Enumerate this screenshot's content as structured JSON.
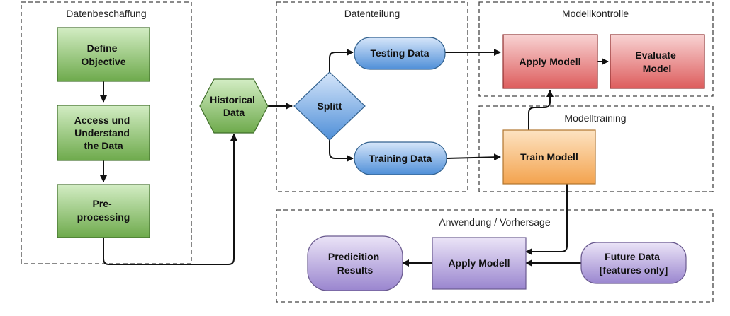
{
  "groups": {
    "datenbeschaffung": "Datenbeschaffung",
    "datenteilung": "Datenteilung",
    "modellkontrolle": "Modellkontrolle",
    "modelltraining": "Modelltraining",
    "anwendung": "Anwendung / Vorhersage"
  },
  "nodes": {
    "define_objective": [
      "Define",
      "Objective"
    ],
    "access": [
      "Access und",
      "Understand",
      "the Data"
    ],
    "preprocessing": [
      "Pre-",
      "processing"
    ],
    "historical": [
      "Historical",
      "Data"
    ],
    "splitt": [
      "Splitt"
    ],
    "testing": [
      "Testing Data"
    ],
    "training": [
      "Training Data"
    ],
    "apply_model_top": [
      "Apply Modell"
    ],
    "evaluate": [
      "Evaluate",
      "Model"
    ],
    "train_model": [
      "Train Modell"
    ],
    "prediction_results": [
      "Predicition",
      "Results"
    ],
    "apply_model_bottom": [
      "Apply Modell"
    ],
    "future_data": [
      "Future Data",
      "[features only]"
    ]
  },
  "colors": {
    "green_top": "#d3edc4",
    "green_bottom": "#6eaa4c",
    "blue_top": "#d6e6fa",
    "blue_bottom": "#4f8fd8",
    "red_top": "#f8d3d3",
    "red_bottom": "#dd5d5d",
    "orange_top": "#fde3c2",
    "orange_bottom": "#f3a34e",
    "purple_top": "#ebe4f7",
    "purple_bottom": "#9a86cf"
  }
}
